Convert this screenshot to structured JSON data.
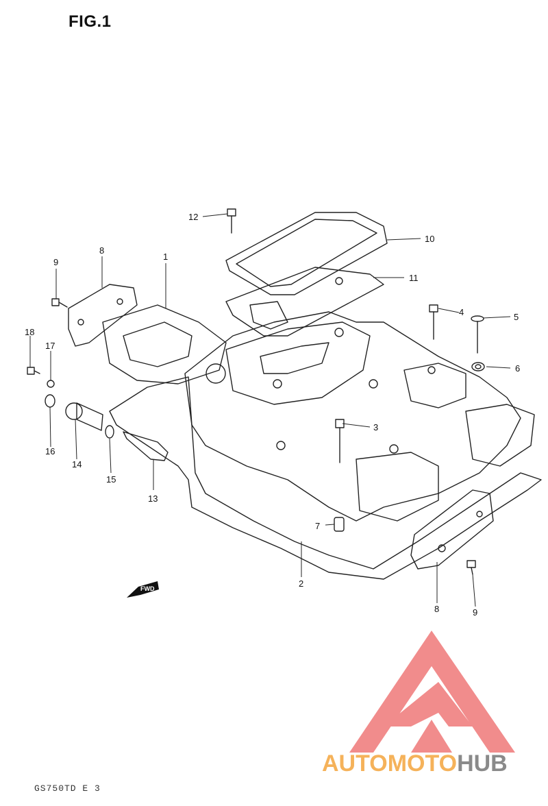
{
  "figure_title": "FIG.1",
  "footer_code": "GS750TD E 3",
  "fwd_label": "FWD",
  "callouts": [
    {
      "label": "1"
    },
    {
      "label": "2"
    },
    {
      "label": "3"
    },
    {
      "label": "4"
    },
    {
      "label": "5"
    },
    {
      "label": "6"
    },
    {
      "label": "7"
    },
    {
      "label": "8"
    },
    {
      "label": "8"
    },
    {
      "label": "9"
    },
    {
      "label": "9"
    },
    {
      "label": "10"
    },
    {
      "label": "11"
    },
    {
      "label": "12"
    },
    {
      "label": "13"
    },
    {
      "label": "14"
    },
    {
      "label": "15"
    },
    {
      "label": "16"
    },
    {
      "label": "17"
    },
    {
      "label": "18"
    }
  ],
  "watermark": {
    "part1": "AUTOMOTO",
    "part2": "HUB",
    "color1": "#f5b25a",
    "color2": "#8a8a8a",
    "mark_color": "#f08080"
  }
}
